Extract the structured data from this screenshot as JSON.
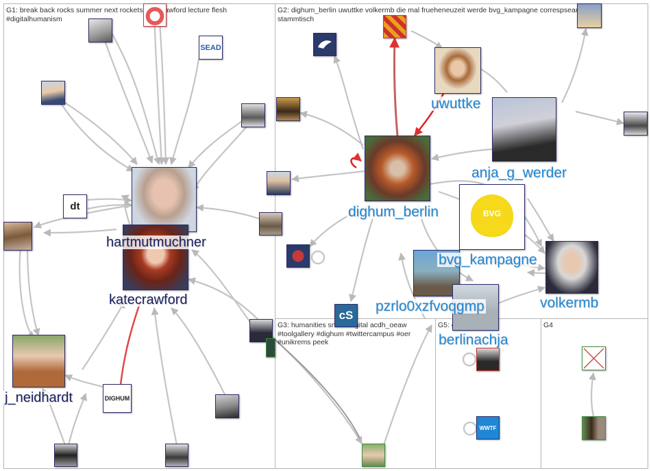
{
  "groups": {
    "g1": {
      "title": "G1: break back rocks summer next rockets katecrawford lecture flesh #digitalhumanism"
    },
    "g2": {
      "title": "G2: dighum_berlin uwuttke volkermb die mal frueheneuzeit werde bvg_kampagne correspsearch stammtisch"
    },
    "g3": {
      "title": "G3: humanities sneak digital acdh_oeaw #toolgallery #dighum #twittercampus #oer #unikrems peek"
    },
    "g5": {
      "title": "G5: digital"
    },
    "g4": {
      "title": "G4"
    }
  },
  "labels": {
    "hartmut": "hartmutmuchner",
    "katecrawford": "katecrawford",
    "j_neidhardt": "j_neidhardt",
    "uwuttke": "uwuttke",
    "anja": "anja_g_werder",
    "dighum_berlin": "dighum_berlin",
    "bvg": "bvg_kampagne",
    "pzrlo": "pzrlo0xzfvoqgmp",
    "volkermb": "volkermb",
    "berlinachja": "berlinachja"
  },
  "logos": {
    "sead": "SEAD",
    "dt": "dt",
    "dighum": "DIGHUM",
    "cs": "cS",
    "bvg": "BVG",
    "wwtf": "WWTF"
  },
  "colors": {
    "edge_gray": "#bdbdbd",
    "edge_red": "#e04848",
    "label_dark": "#1a2260",
    "label_blue": "#1f87d6"
  }
}
